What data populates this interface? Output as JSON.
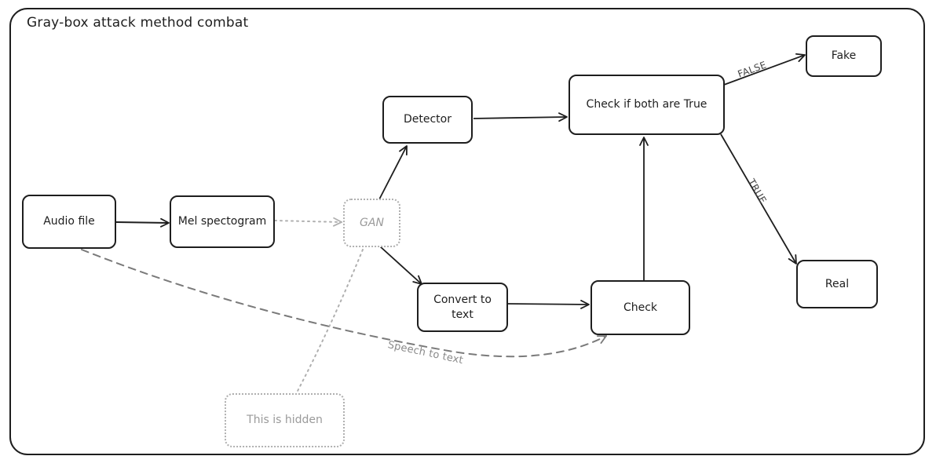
{
  "frame": {
    "title": "Gray-box attack method combat"
  },
  "nodes": {
    "audio_file": "Audio file",
    "mel_spectogram": "Mel spectogram",
    "gan": "GAN",
    "detector": "Detector",
    "convert_to_text": "Convert to text",
    "check": "Check",
    "check_both_true": "Check if both are True",
    "fake": "Fake",
    "real": "Real",
    "hidden": "This is hidden"
  },
  "edge_labels": {
    "false": "FALSE",
    "true": "TRUE",
    "speech_to_text": "Speech to text"
  },
  "colors": {
    "stroke": "#1e1e1e",
    "ghost_stroke": "#b0b0b0",
    "dashed_stroke": "#7a7a7a",
    "background": "#ffffff"
  }
}
